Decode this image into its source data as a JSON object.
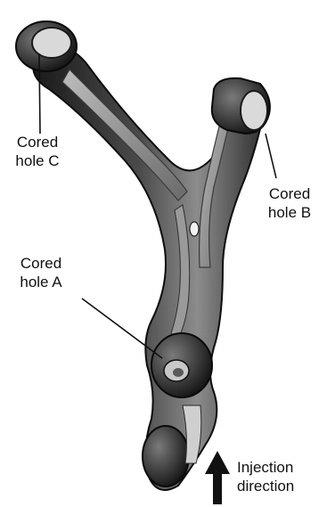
{
  "labels": {
    "hole_c": {
      "line1": "Cored",
      "line2": "hole C"
    },
    "hole_b": {
      "line1": "Cored",
      "line2": "hole B"
    },
    "hole_a": {
      "line1": "Cored",
      "line2": "hole A"
    },
    "injection": {
      "line1": "Injection",
      "line2": "direction"
    }
  }
}
